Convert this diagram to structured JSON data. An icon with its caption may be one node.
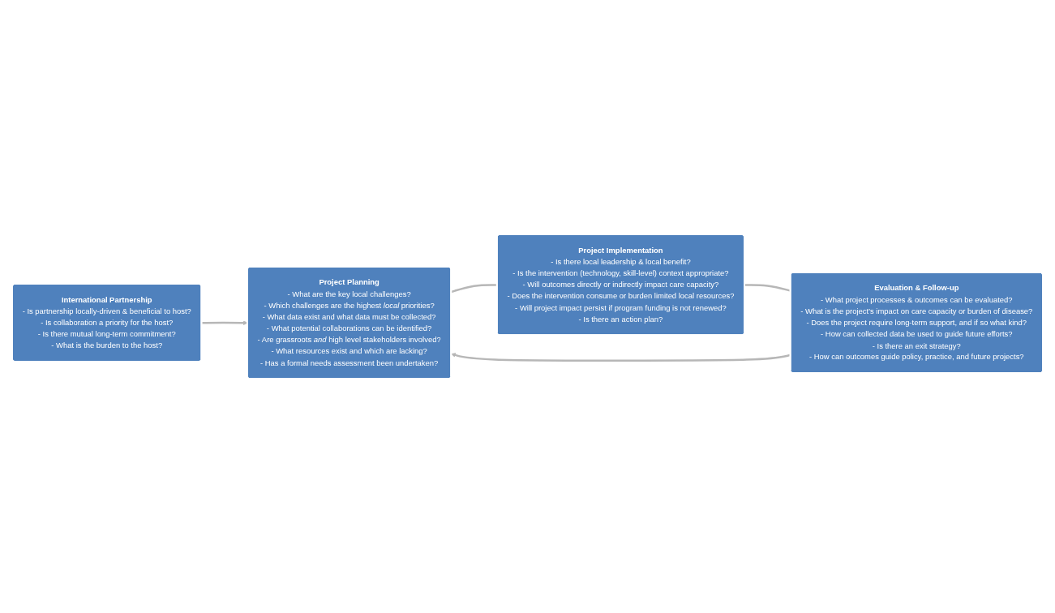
{
  "diagram": {
    "nodes": [
      {
        "text": [
          "International Partnership",
          "- Is partnership locally-driven & beneficial to host?",
          "- Is collaboration a priority for the host?",
          "- Is there mutual long-term commitment?",
          "- What is the burden to the host?"
        ]
      },
      {
        "text": [
          "Project Planning",
          "- What are the key local challenges?",
          "- Which challenges are the highest *local* priorities?",
          "- What data exist and what data must be collected?",
          "- What potential collaborations can be identified?",
          "- Are grassroots *and* high level stakeholders involved?",
          "- What resources exist and which are lacking?",
          "- Has a formal needs assessment been undertaken?"
        ]
      },
      {
        "text": [
          "Project Implementation",
          "- Is there local leadership & local benefit?",
          "- Is the intervention (technology, skill-level) context appropriate?",
          "- Will outcomes directly or indirectly impact care capacity?",
          "- Does the intervention consume or burden limited local resources?",
          "- Will project impact persist if program funding is not renewed?",
          "- Is there an action plan?"
        ]
      },
      {
        "text": [
          "Evaluation & Follow-up",
          "- What project processes & outcomes can be evaluated?",
          "- What is the project’s impact on care capacity or burden of disease?",
          "- Does the project require long-term support, and if so what kind?",
          "- How can collected data be used to guide future efforts?",
          "- Is there an exit strategy?",
          "- How can outcomes guide  policy, practice, and future projects?"
        ]
      }
    ],
    "edges": [
      {
        "from": 0,
        "to": 1,
        "arrow": "to"
      },
      {
        "from": 1,
        "to": 2,
        "arrow": "none"
      },
      {
        "from": 2,
        "to": 3,
        "arrow": "none"
      },
      {
        "from": 3,
        "to": 1,
        "arrow": "to"
      }
    ]
  }
}
